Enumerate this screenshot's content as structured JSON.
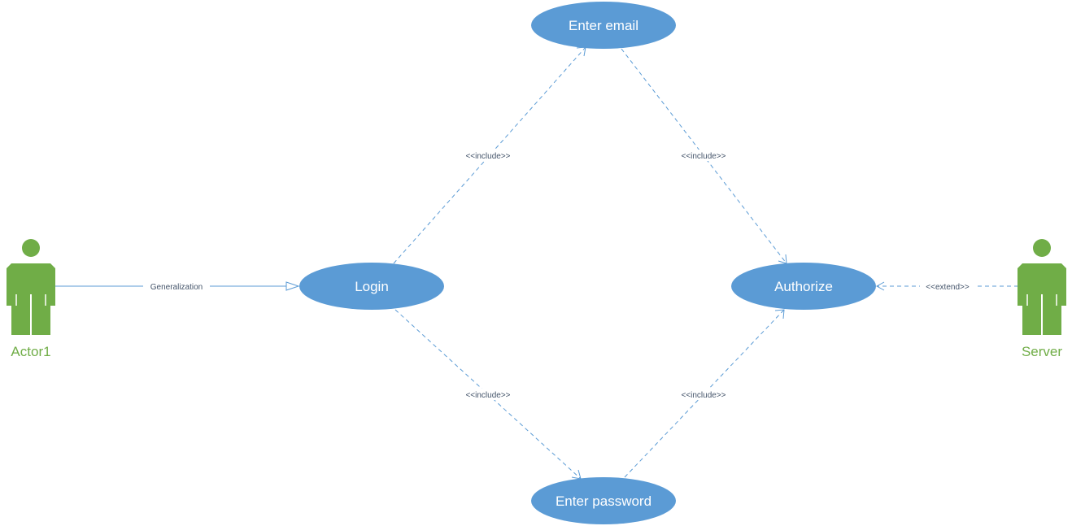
{
  "colors": {
    "usecase_fill": "#5b9bd5",
    "actor": "#70ad47",
    "connector": "#5b9bd5",
    "relationship_text": "#44546a"
  },
  "actors": [
    {
      "id": "actor1",
      "label": "Actor1",
      "icon": "stick-figure-icon"
    },
    {
      "id": "server",
      "label": "Server",
      "icon": "stick-figure-icon"
    }
  ],
  "use_cases": [
    {
      "id": "enter-email",
      "label": "Enter email"
    },
    {
      "id": "login",
      "label": "Login"
    },
    {
      "id": "authorize",
      "label": "Authorize"
    },
    {
      "id": "enter-password",
      "label": "Enter password"
    }
  ],
  "relationships": [
    {
      "id": "actor1-login",
      "from": "actor1",
      "to": "login",
      "type": "generalization",
      "label": "Generalization"
    },
    {
      "id": "login-email",
      "from": "login",
      "to": "enter-email",
      "type": "dependency",
      "label": "<<include>>"
    },
    {
      "id": "email-authorize",
      "from": "enter-email",
      "to": "authorize",
      "type": "dependency",
      "label": "<<include>>"
    },
    {
      "id": "login-password",
      "from": "login",
      "to": "enter-password",
      "type": "dependency",
      "label": "<<include>>"
    },
    {
      "id": "password-authorize",
      "from": "enter-password",
      "to": "authorize",
      "type": "dependency",
      "label": "<<include>>"
    },
    {
      "id": "server-authorize",
      "from": "server",
      "to": "authorize",
      "type": "dependency",
      "label": "<<extend>>"
    }
  ]
}
